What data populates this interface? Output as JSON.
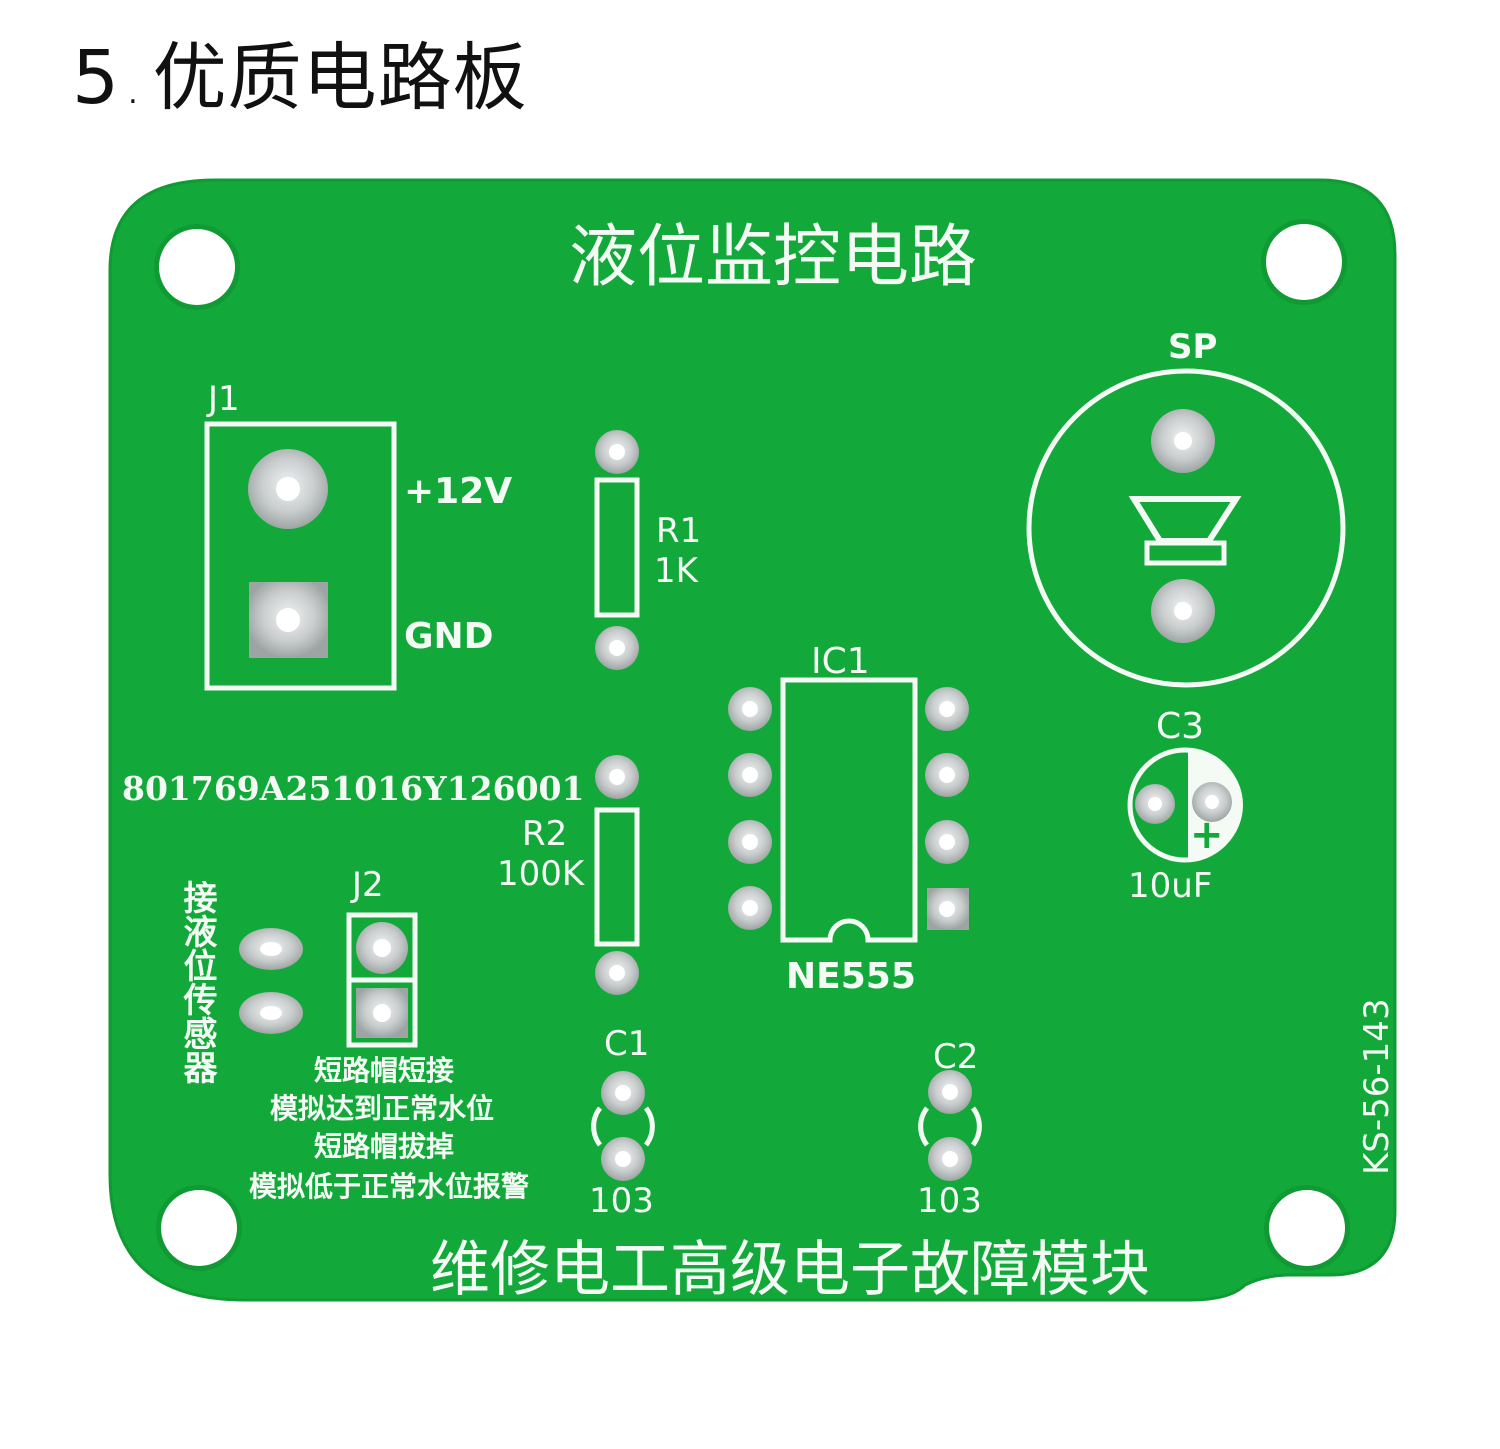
{
  "heading": {
    "number": "5",
    "dot": ".",
    "text": "优质电路板"
  },
  "board": {
    "title": "液位监控电路",
    "footer": "维修电工高级电子故障模块",
    "code": "801769A251016Y126001",
    "model": "KS-56-143",
    "colors": {
      "board": "#12a83a",
      "board_edge": "#0f9a33",
      "silk": "#f4fbf4",
      "pad": "#d9dcdc",
      "hole": "#ffffff"
    },
    "j1": {
      "ref": "J1",
      "pin1": "+12V",
      "pin2": "GND"
    },
    "r1": {
      "ref": "R1",
      "value": "1K"
    },
    "r2": {
      "ref": "R2",
      "value": "100K"
    },
    "ic1": {
      "ref": "IC1",
      "value": "NE555"
    },
    "sp": {
      "ref": "SP"
    },
    "c3": {
      "ref": "C3",
      "value": "10uF",
      "polarity": "+"
    },
    "c1": {
      "ref": "C1",
      "value": "103"
    },
    "c2": {
      "ref": "C2",
      "value": "103"
    },
    "j2": {
      "ref": "J2"
    },
    "sensor_label": "接液位传感器",
    "notes": [
      "短路帽短接",
      "模拟达到正常水位",
      "短路帽拔掉",
      "模拟低于正常水位报警"
    ]
  }
}
